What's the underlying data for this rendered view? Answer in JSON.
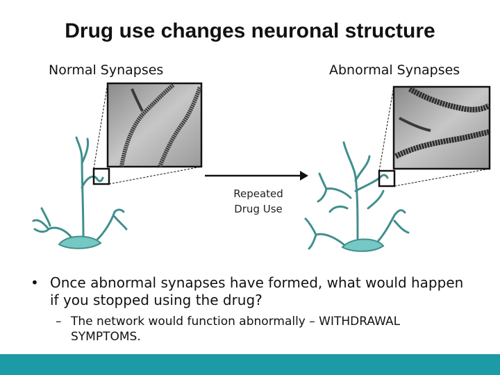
{
  "title": "Drug use changes neuronal structure",
  "labels": {
    "normal": "Normal Synapses",
    "abnormal": "Abnormal Synapses"
  },
  "arrow": {
    "line1": "Repeated",
    "line2": "Drug Use"
  },
  "bullets": {
    "main_marker": "•",
    "main": "Once abnormal synapses have formed, what would happen if you stopped using the drug?",
    "sub_marker": "–",
    "sub": "The network would function abnormally – WITHDRAWAL SYMPTOMS."
  },
  "colors": {
    "soma": "#76c8c4",
    "dendrite_stroke": "#3f8f8c",
    "footer": "#1c9aa6"
  }
}
